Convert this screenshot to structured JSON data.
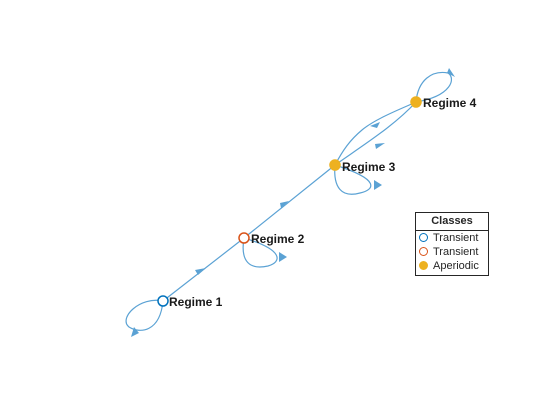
{
  "graph": {
    "edge_color": "#5ba2d4",
    "nodes": [
      {
        "id": "regime-1",
        "label": "Regime 1",
        "class": "Transient",
        "stroke": "#0072bd",
        "fill": "#ffffff"
      },
      {
        "id": "regime-2",
        "label": "Regime 2",
        "class": "Transient",
        "stroke": "#d95319",
        "fill": "#ffffff"
      },
      {
        "id": "regime-3",
        "label": "Regime 3",
        "class": "Aperiodic",
        "stroke": "#edb120",
        "fill": "#edb120"
      },
      {
        "id": "regime-4",
        "label": "Regime 4",
        "class": "Aperiodic",
        "stroke": "#edb120",
        "fill": "#edb120"
      }
    ],
    "edges": [
      {
        "from": "Regime 1",
        "to": "Regime 1"
      },
      {
        "from": "Regime 1",
        "to": "Regime 2"
      },
      {
        "from": "Regime 2",
        "to": "Regime 2"
      },
      {
        "from": "Regime 2",
        "to": "Regime 3"
      },
      {
        "from": "Regime 3",
        "to": "Regime 3"
      },
      {
        "from": "Regime 3",
        "to": "Regime 4"
      },
      {
        "from": "Regime 4",
        "to": "Regime 3"
      },
      {
        "from": "Regime 4",
        "to": "Regime 4"
      }
    ]
  },
  "legend": {
    "title": "Classes",
    "entries": [
      {
        "label": "Transient",
        "stroke": "#0072bd",
        "fill": "#ffffff"
      },
      {
        "label": "Transient",
        "stroke": "#d95319",
        "fill": "#ffffff"
      },
      {
        "label": "Aperiodic",
        "stroke": "#edb120",
        "fill": "#edb120"
      }
    ]
  }
}
